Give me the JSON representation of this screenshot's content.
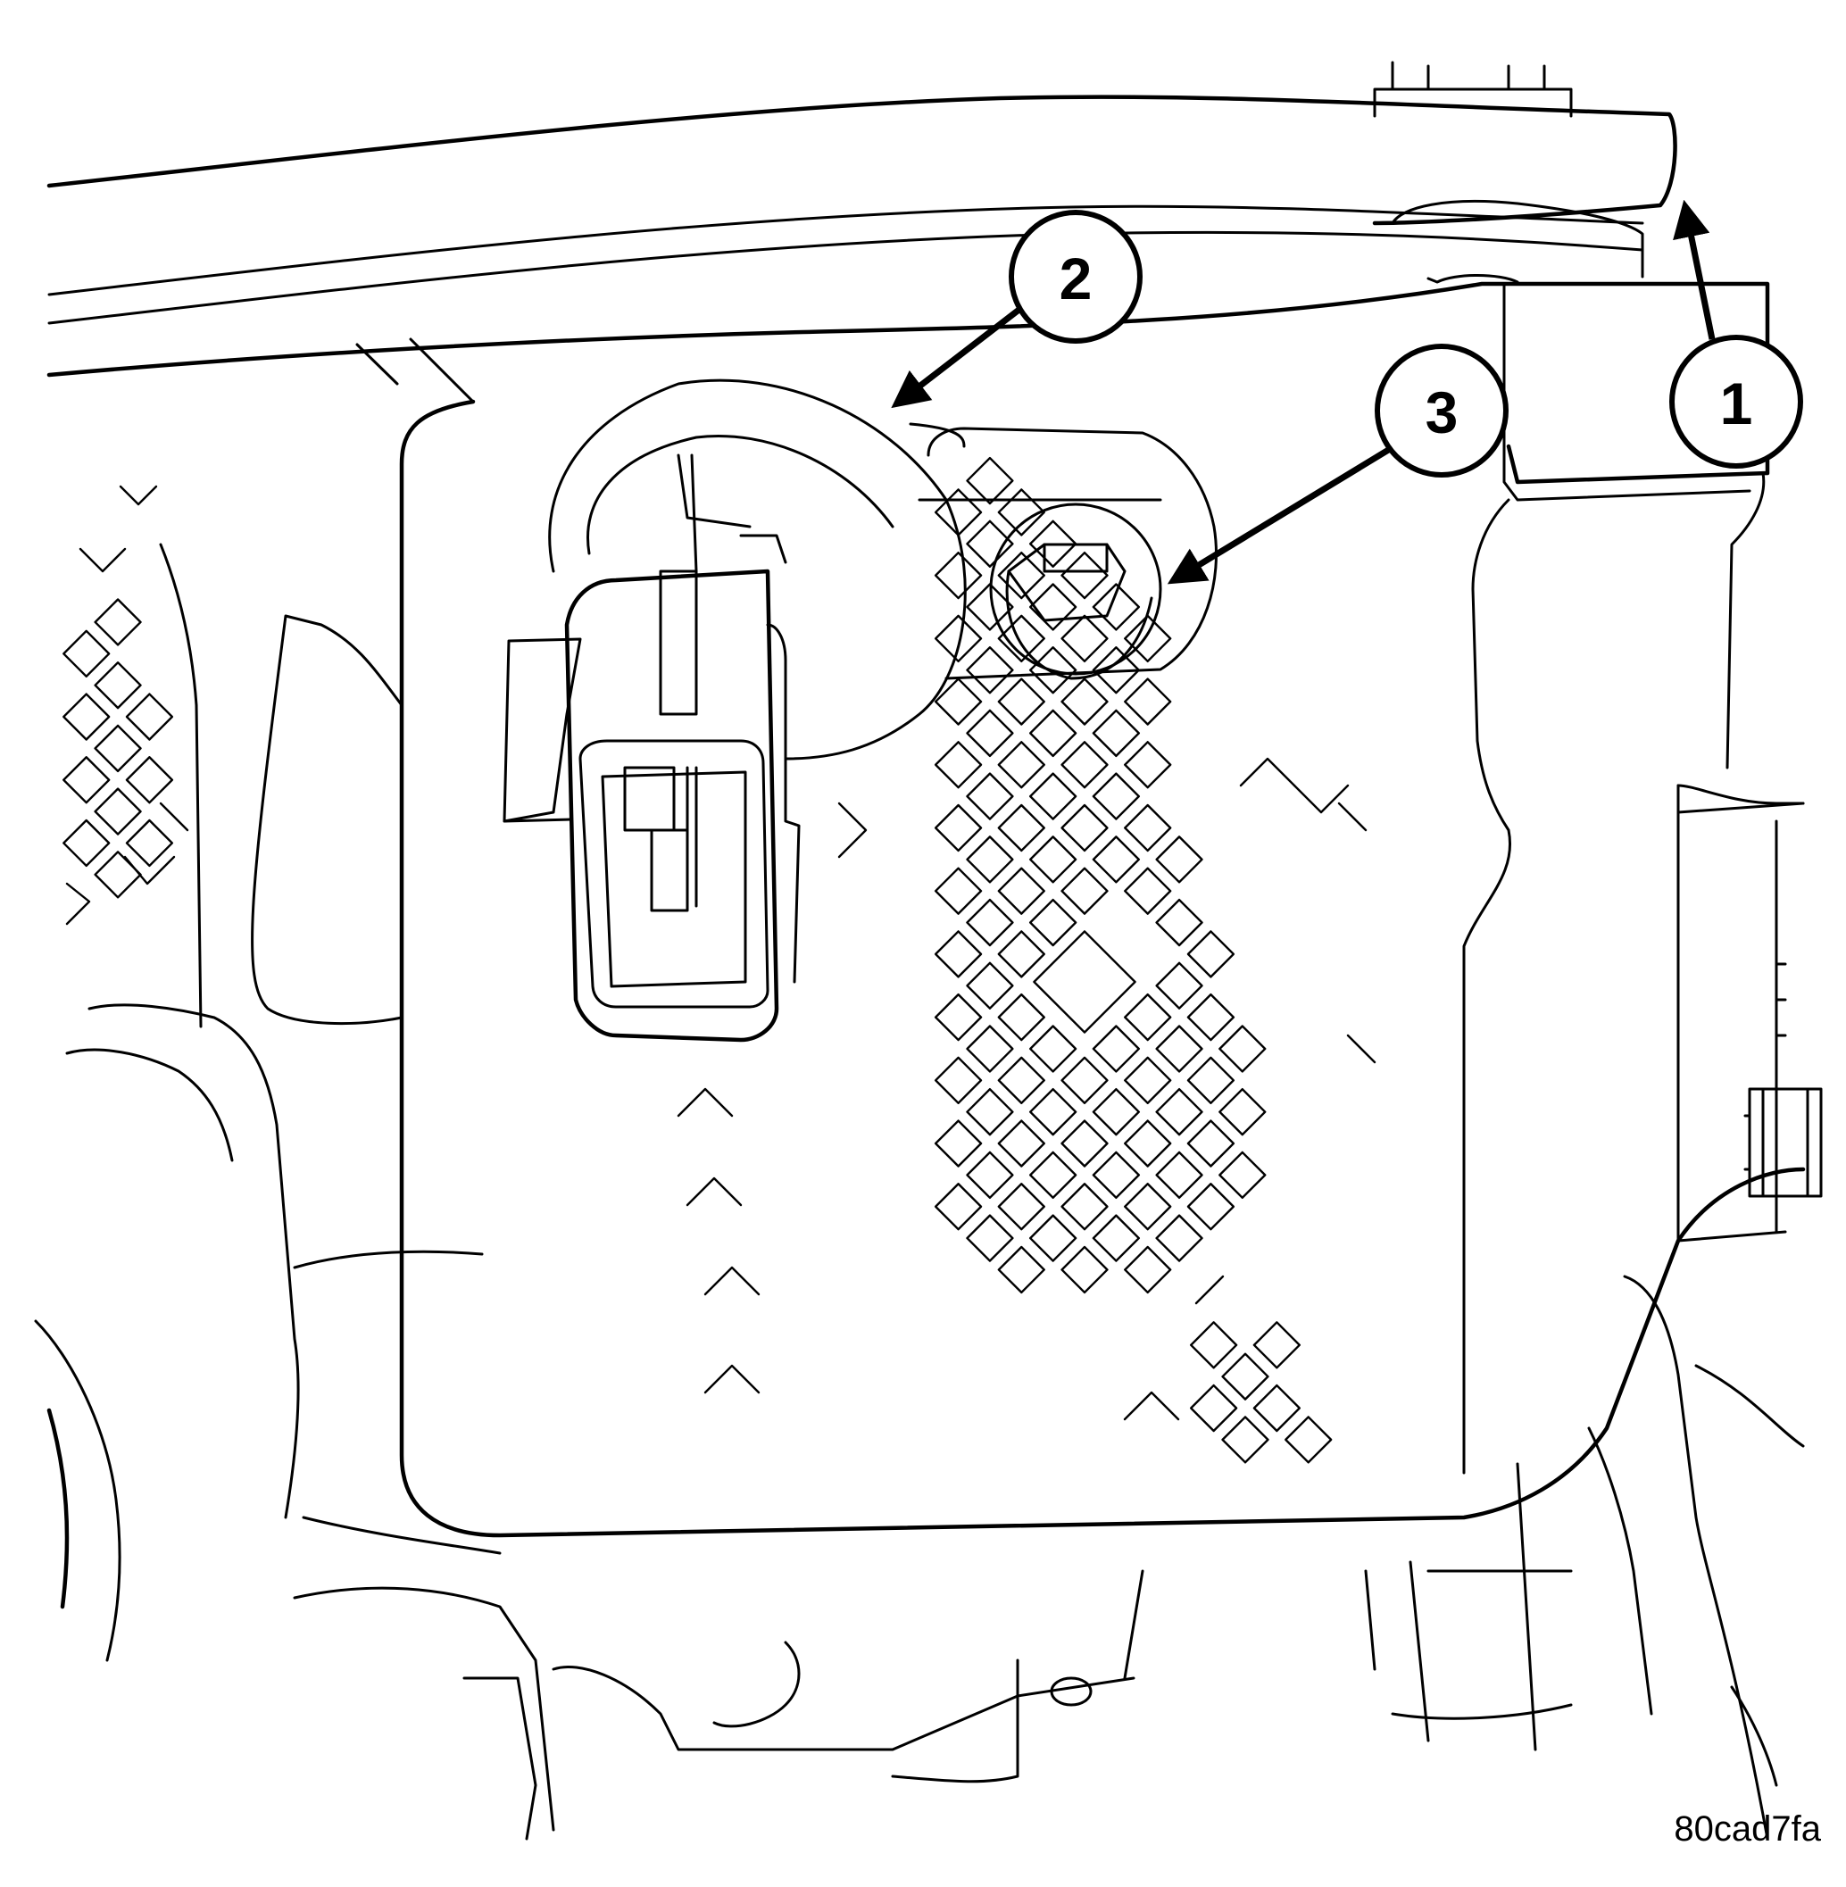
{
  "figure": {
    "callouts": [
      {
        "label": "1"
      },
      {
        "label": "2"
      },
      {
        "label": "3"
      }
    ],
    "reference_code": "80cad7fa"
  },
  "colors": {
    "line": "#000000",
    "background": "#ffffff"
  }
}
